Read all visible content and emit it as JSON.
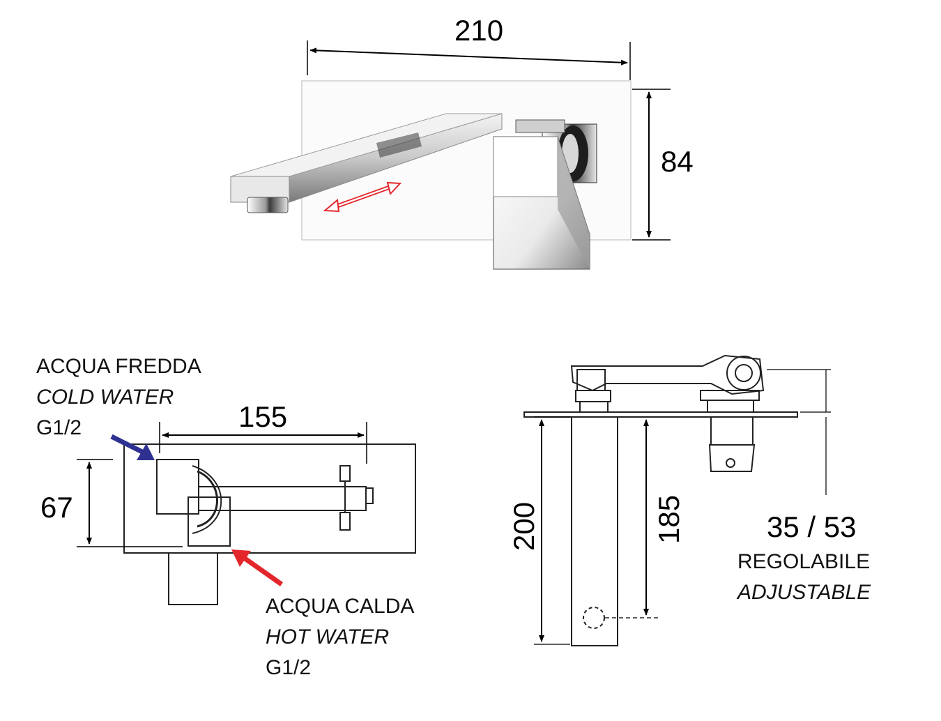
{
  "top_view": {
    "width_dimension": "210",
    "height_dimension": "84"
  },
  "front_view": {
    "spacing_dimension": "155",
    "height_dimension": "67",
    "cold_water": {
      "label_it": "ACQUA FREDDA",
      "label_en": "COLD WATER",
      "thread": "G1/2",
      "arrow_color": "#2e3192"
    },
    "hot_water": {
      "label_it": "ACQUA CALDA",
      "label_en": "HOT WATER",
      "thread": "G1/2",
      "arrow_color": "#e3262c"
    }
  },
  "side_view": {
    "spout_length_dimension": "200",
    "outlet_distance_dimension": "185",
    "depth_dimension": "35 / 53",
    "adjustable_it": "REGOLABILE",
    "adjustable_en": "ADJUSTABLE"
  }
}
